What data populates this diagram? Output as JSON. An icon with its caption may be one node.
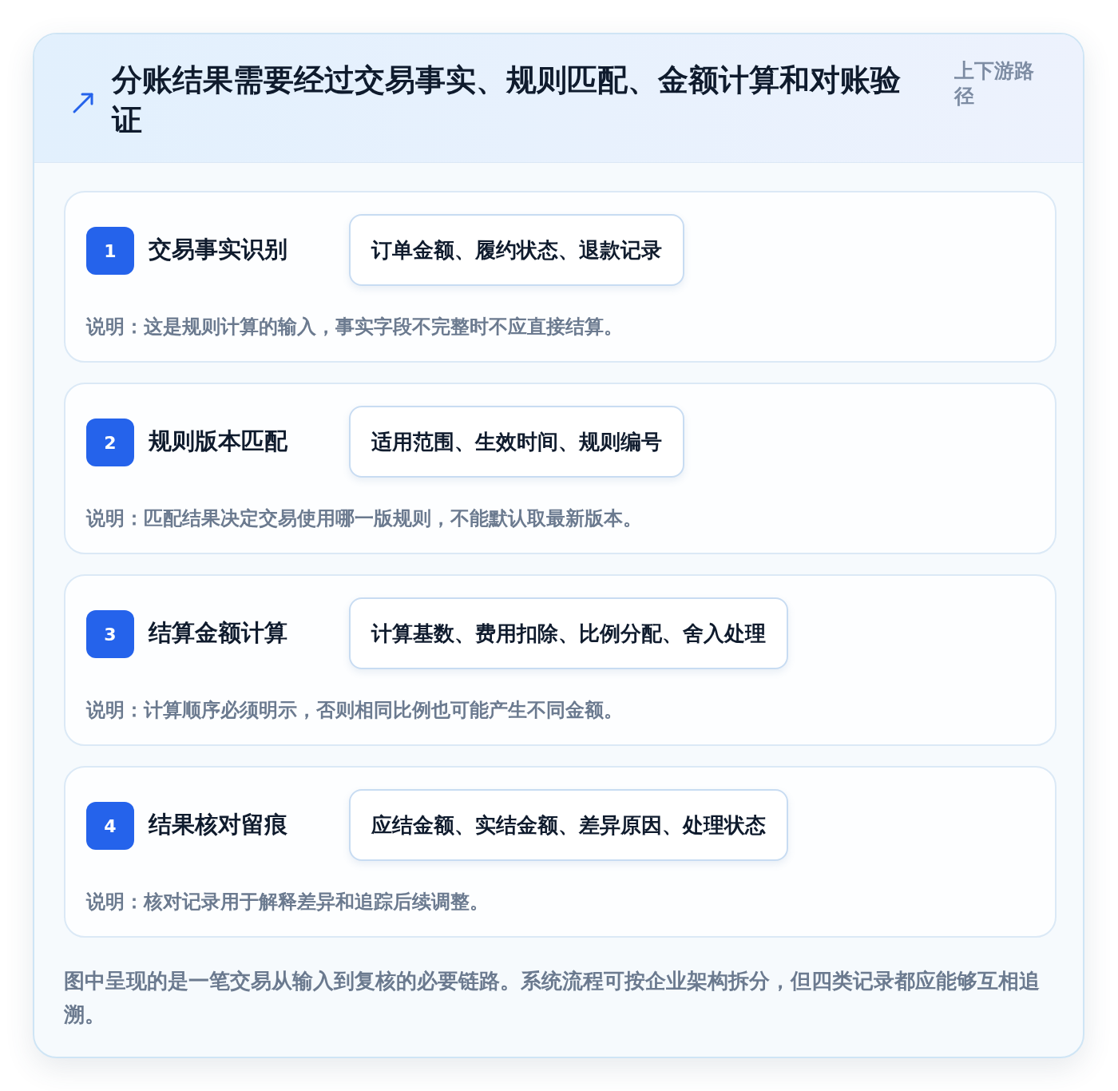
{
  "diagram": {
    "title": "分账结果需要经过交易事实、规则匹配、金额计算和对账验证",
    "nodes": [
      {
        "text": [
          "交易事实识别",
          "说明：这是规则计算的输入，事实字段不完整时不应直接结算。"
        ]
      },
      {
        "text": [
          "1"
        ],
        "in": 0
      },
      {
        "text": [
          "订单金额、履约状态、退款记录"
        ],
        "in": 0
      },
      {
        "text": [
          "规则版本匹配",
          "说明：匹配结果决定交易使用哪一版规则，不能默认取最新版本。"
        ]
      },
      {
        "text": [
          "2"
        ],
        "in": 3
      },
      {
        "text": [
          "适用范围、生效时间、规则编号"
        ],
        "in": 3
      },
      {
        "text": [
          "结算金额计算",
          "说明：计算顺序必须明示，否则相同比例也可能产生不同金额。"
        ]
      },
      {
        "text": [
          "3"
        ],
        "in": 6
      },
      {
        "text": [
          "计算基数、费用扣除、比例分配、舍入处理"
        ],
        "in": 6
      },
      {
        "text": [
          "结果核对留痕",
          "说明：核对记录用于解释差异和追踪后续调整。"
        ]
      },
      {
        "text": [
          "4"
        ],
        "in": 9
      },
      {
        "text": [
          "应结金额、实结金额、差异原因、处理状态"
        ],
        "in": 9
      }
    ],
    "labels": [
      "上下游路径"
    ],
    "caption": "图中呈现的是一笔交易从输入到复核的必要链路。系统流程可按企业架构拆分，但四类记录都应能够互相追溯。"
  }
}
